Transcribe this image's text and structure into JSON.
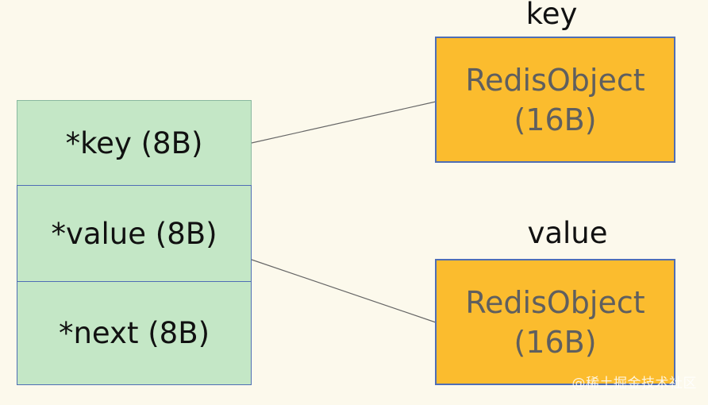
{
  "entry": {
    "fields": [
      {
        "label": "*key (8B)"
      },
      {
        "label": "*value (8B)"
      },
      {
        "label": "*next (8B)"
      }
    ]
  },
  "objects": {
    "key": {
      "caption": "key",
      "name": "RedisObject",
      "size": "(16B)"
    },
    "value": {
      "caption": "value",
      "name": "RedisObject",
      "size": "(16B)"
    }
  },
  "watermark": "@稀土掘金技术社区",
  "colors": {
    "background": "#fcf9ec",
    "entry_fill": "#c4e7c6",
    "object_fill": "#fbbc2e",
    "border": "#4f6eb5",
    "connector": "#666666"
  }
}
